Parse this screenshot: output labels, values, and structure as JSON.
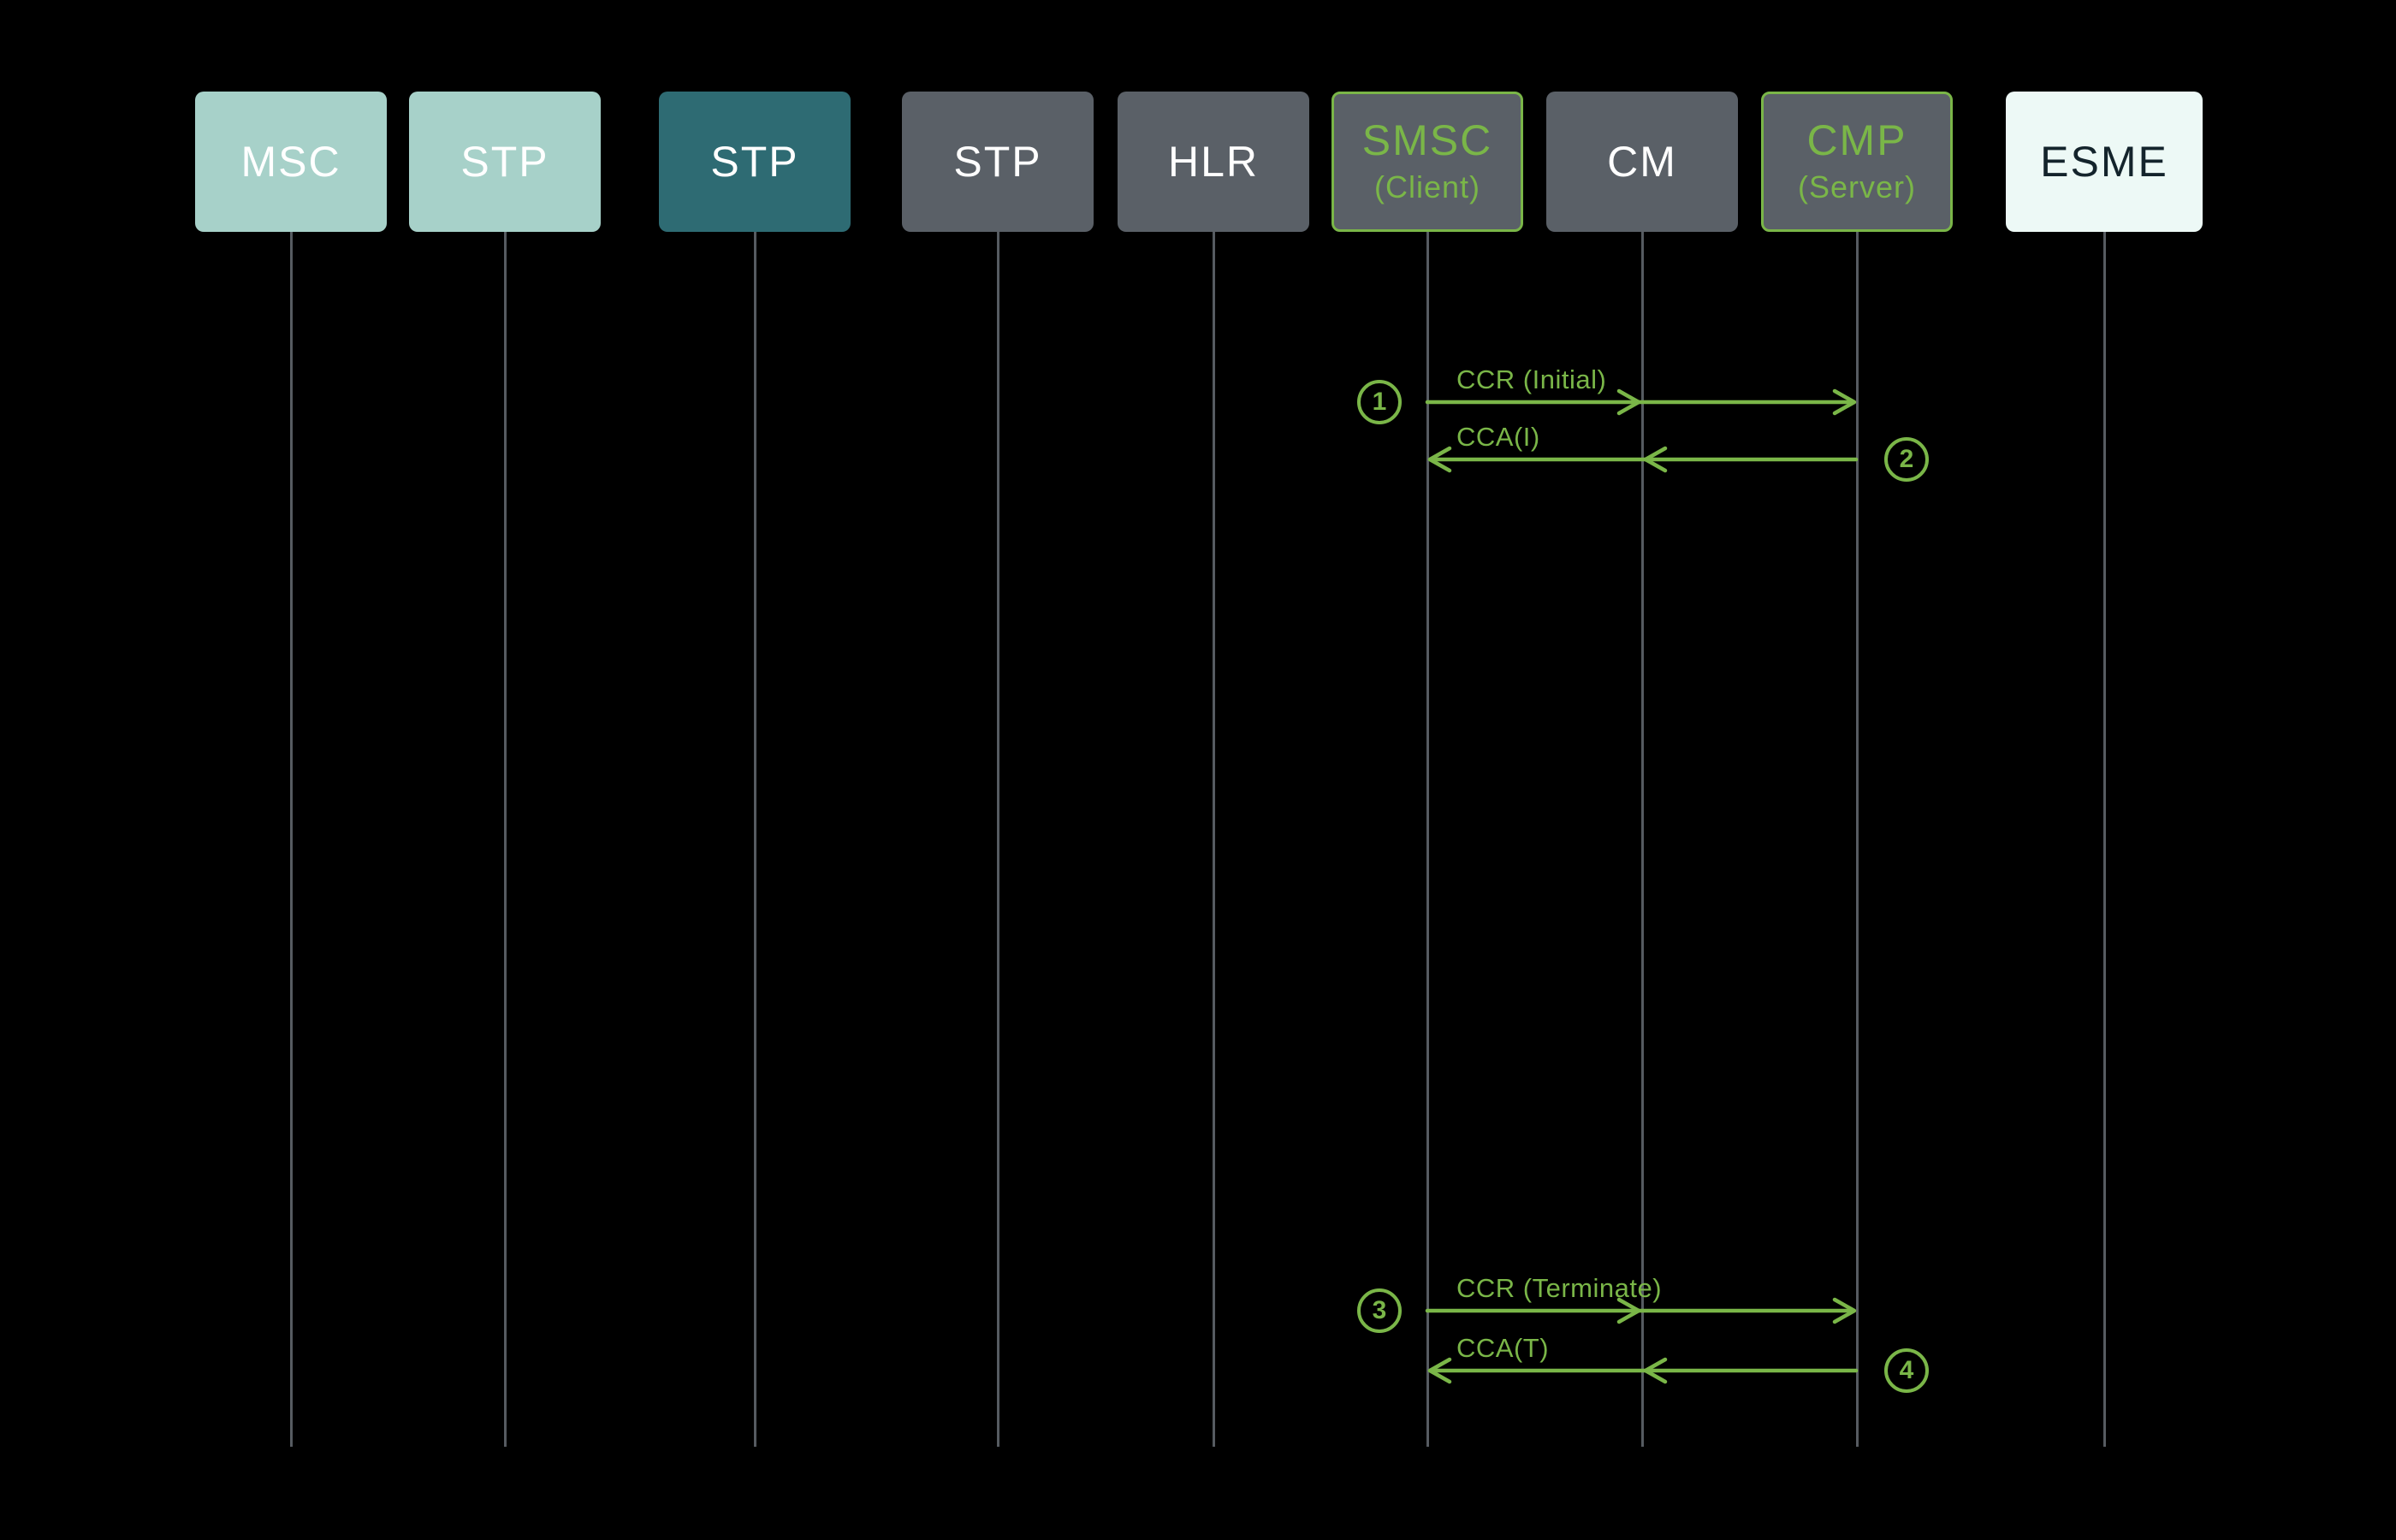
{
  "diagram": {
    "type": "sequence-diagram",
    "participants": [
      {
        "label": "MSC",
        "style": "light-teal"
      },
      {
        "label": "STP",
        "style": "light-teal"
      },
      {
        "label": "STP",
        "style": "dark-teal"
      },
      {
        "label": "STP",
        "style": "gray"
      },
      {
        "label": "HLR",
        "style": "gray"
      },
      {
        "label": "SMSC",
        "sublabel": "(Client)",
        "style": "green-outline"
      },
      {
        "label": "CM",
        "style": "gray"
      },
      {
        "label": "CMP",
        "sublabel": "(Server)",
        "style": "green-outline"
      },
      {
        "label": "ESME",
        "style": "white"
      }
    ],
    "messages": [
      {
        "num": "1",
        "label": "CCR (Initial)",
        "from": "SMSC (Client)",
        "to": "CMP (Server)",
        "direction": "right"
      },
      {
        "num": "2",
        "label": "CCA(I)",
        "from": "CMP (Server)",
        "to": "SMSC (Client)",
        "direction": "left"
      },
      {
        "num": "3",
        "label": "CCR (Terminate)",
        "from": "SMSC (Client)",
        "to": "CMP (Server)",
        "direction": "right"
      },
      {
        "num": "4",
        "label": "CCA(T)",
        "from": "CMP (Server)",
        "to": "SMSC (Client)",
        "direction": "left"
      }
    ],
    "colors": {
      "background": "#000000",
      "accent_green": "#7ab648",
      "light_teal_box": "#a7d1c9",
      "dark_teal_box": "#2e6b73",
      "gray_box": "#5a6067",
      "white_box": "#edf9f6",
      "lifeline": "#565b61"
    }
  }
}
